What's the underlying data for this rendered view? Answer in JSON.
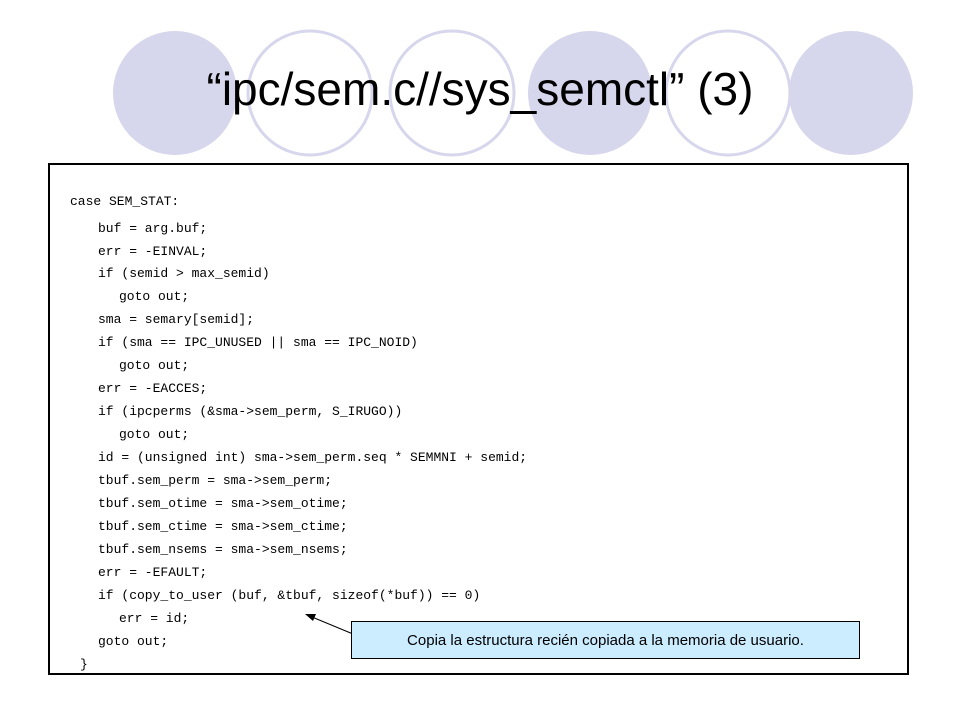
{
  "slide": {
    "title": "“ipc/sem.c//sys_semctl” (3)",
    "callout": "Copia la estructura recién copiada a la memoria de usuario.",
    "colors": {
      "circle_fill": "#d6d6ec",
      "circle_outline": "#d6d6ec",
      "callout_fill": "#ccecff"
    }
  },
  "code": [
    "case SEM_STAT:",
    "buf = arg.buf;",
    "err = -EINVAL;",
    "if (semid > max_semid)",
    "goto out;",
    "sma = semary[semid];",
    "if (sma == IPC_UNUSED || sma == IPC_NOID)",
    "goto out;",
    "err = -EACCES;",
    "if (ipcperms (&sma->sem_perm, S_IRUGO))",
    "goto out;",
    "id = (unsigned int) sma->sem_perm.seq * SEMMNI + semid;",
    "tbuf.sem_perm = sma->sem_perm;",
    "tbuf.sem_otime = sma->sem_otime;",
    "tbuf.sem_ctime = sma->sem_ctime;",
    "tbuf.sem_nsems = sma->sem_nsems;",
    "err = -EFAULT;",
    "if (copy_to_user (buf, &tbuf, sizeof(*buf)) == 0)",
    "err = id;",
    "goto out;",
    "}"
  ]
}
